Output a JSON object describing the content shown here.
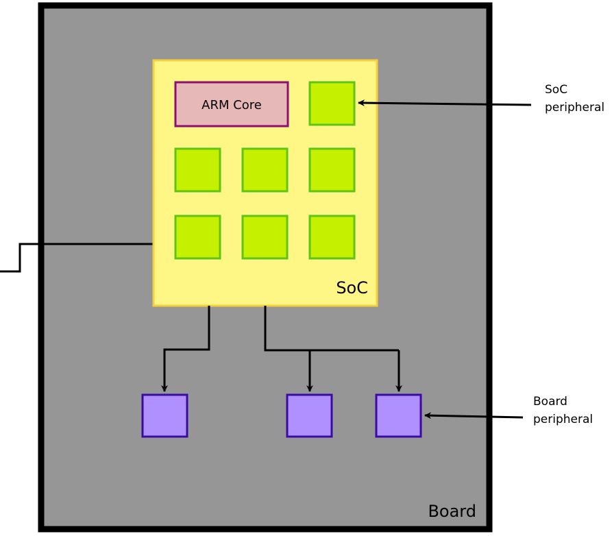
{
  "board": {
    "label": "Board",
    "fill": "#969696",
    "border": "#000000"
  },
  "soc": {
    "label": "SoC",
    "fill": "#fff785",
    "border": "#f5d03c",
    "core_label": "ARM Core",
    "core_fill": "#e6b8b8",
    "core_border": "#8e0c74",
    "peripheral_fill": "#c5f000",
    "peripheral_border": "#5ec417"
  },
  "board_peripherals": {
    "fill": "#b090ff",
    "border": "#3a0aa6"
  },
  "callouts": {
    "soc_peripheral": [
      "SoC",
      "peripheral"
    ],
    "board_peripheral": [
      "Board",
      "peripheral"
    ]
  }
}
